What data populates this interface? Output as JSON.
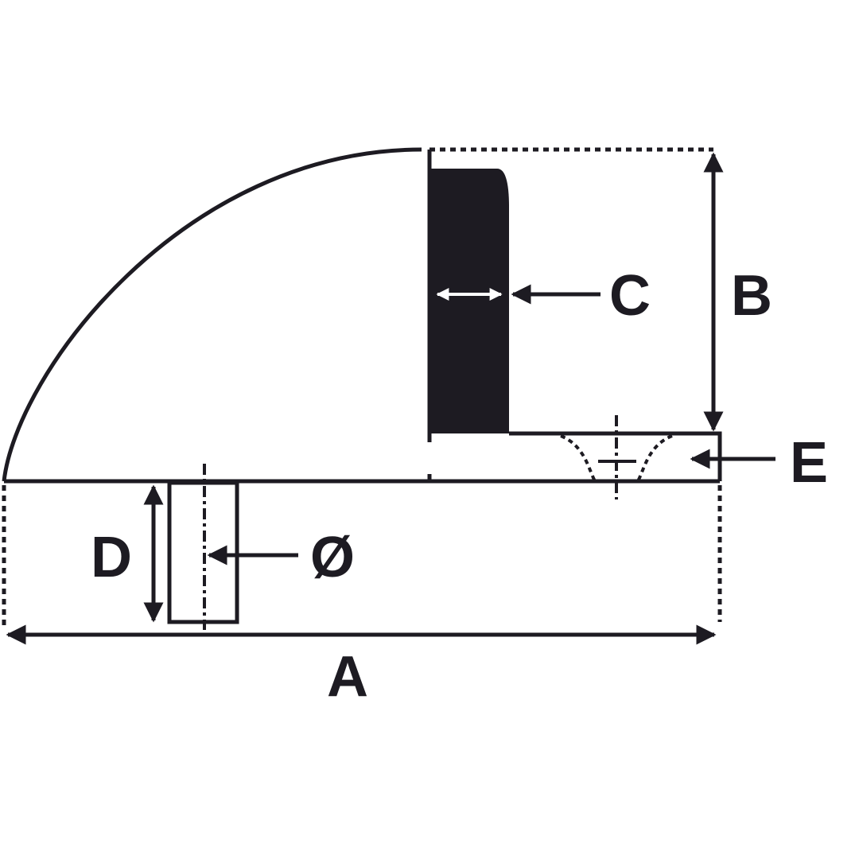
{
  "diagram": {
    "labels": {
      "a": "A",
      "b": "B",
      "c": "C",
      "d": "D",
      "e": "E",
      "diameter": "Ø"
    },
    "colors": {
      "line": "#1d1b22",
      "rubber": "#1d1b22",
      "background": "#ffffff"
    }
  }
}
